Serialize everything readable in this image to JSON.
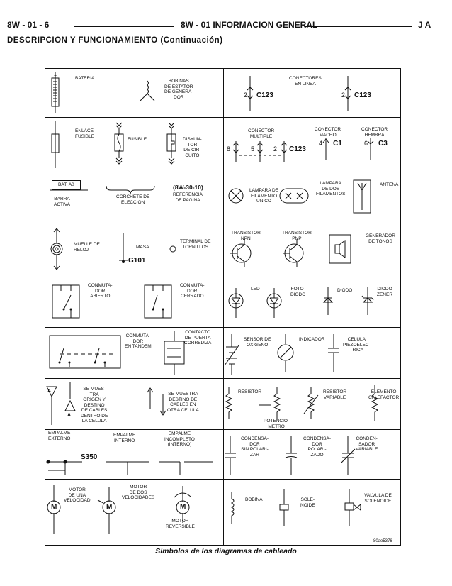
{
  "header": {
    "left": "8W - 01 - 6",
    "center": "8W - 01 INFORMACION GENERAL",
    "right": "J A"
  },
  "subtitle": "DESCRIPCION Y FUNCIONAMIENTO (Continuación)",
  "caption": "Simbolos de los diagramas de cableado",
  "figure_id": "80ae5376",
  "left": {
    "bateria": "BATERIA",
    "bobinas": "BOBINAS\nDE ESTATOR\nDE GENERA-\nDOR",
    "enlace": "ENLACE\nFUSIBLE",
    "fusible": "FUSIBLE",
    "disyuntor": "DISYUN-\nTOR\nDE CIR-\nCUITO",
    "bat_a0": "BAT. A0",
    "barra": "BARRA\nACTIVA",
    "corchete": "CORCHETE DE\nELECCION",
    "ref_code": "(8W-30-10)",
    "referencia": "REFERENCIA\nDE PAGINA",
    "muelle": "MUELLE DE\nRELOJ",
    "masa": "MASA",
    "g101": "G101",
    "terminal": "TERMINAL DE\nTORNILLOS",
    "conm_abierto": "CONMUTA-\nDOR\nABIERTO",
    "conm_cerrado": "CONMUTA-\nDOR\nCERRADO",
    "conm_tandem": "CONMUTA-\nDOR\nEN TANDEM",
    "contacto": "CONTACTO\nDE PUERTA\nCORREDIZA",
    "muestra_tra": "SE MUES-\nTRA\nORIGEN Y\nDESTINO\nDE CABLES\nDENTRO DE\nLA CELULA",
    "muestra_otra": "SE MUESTRA\nDESTINO DE\nCABLES EN\nOTRA CELULA",
    "letter_a": "A",
    "empalme_ext": "EMPALME\nEXTERNO",
    "empalme_int": "EMPALME\nINTERNO",
    "empalme_inc": "EMPALME\nINCOMPLETO\n(INTERNO)",
    "s350": "S350",
    "motor_una": "MOTOR\nDE UNA\nVELOCIDAD",
    "motor_dos": "MOTOR\nDE DOS\nVELOCIDADES",
    "motor_rev": "MOTOR\nREVERSIBLE",
    "letter_m": "M"
  },
  "right": {
    "conectores": "CONECTORES\nEN LINEA",
    "c123": "C123",
    "n2": "2",
    "conector_mult": "CONECTOR\nMULTIPLE",
    "n8": "8",
    "n5": "5",
    "conector_macho": "CONECTOR\nMACHO",
    "n4": "4",
    "c1": "C1",
    "conector_hembra": "CONECTOR\nHEMBRA",
    "n6": "6",
    "c3": "C3",
    "lampara_un": "LAMPARA DE\nFILAMENTO\nUNICO",
    "lampara_dos": "LAMPARA\nDE DOS\nFILAMENTOS",
    "antena": "ANTENA",
    "transistor_npn": "TRANSISTOR\nNPN",
    "transistor_pnp": "TRANSISTOR\nPNP",
    "generador": "GENERADOR\nDE TONOS",
    "led": "LED",
    "fotodiodo": "FOTO-\nDIODO",
    "diodo": "DIODO",
    "zener": "DIODO\nZENER",
    "sensor": "SENSOR DE\nOXIGENO",
    "indicador": "INDICADOR",
    "celula": "CELULA\nPIEZOELEC-\nTRICA",
    "resistor": "RESISTOR",
    "potenciometro": "POTENCIO-\nMETRO",
    "resistor_var": "RESISTOR\nVARIABLE",
    "elemento": "ELEMENTO\nCALEFACTOR",
    "cond_sin": "CONDENSA-\nDOR\nSIN POLARI-\nZAR",
    "cond_pol": "CONDENSA-\nDOR\nPOLARI-\nZADO",
    "cond_var": "CONDEN-\nSADOR\nVARIABLE",
    "bobina": "BOBINA",
    "solenoide": "SOLE-\nNOIDE",
    "valvula": "VALVULA DE\nSOLENOIDE"
  }
}
